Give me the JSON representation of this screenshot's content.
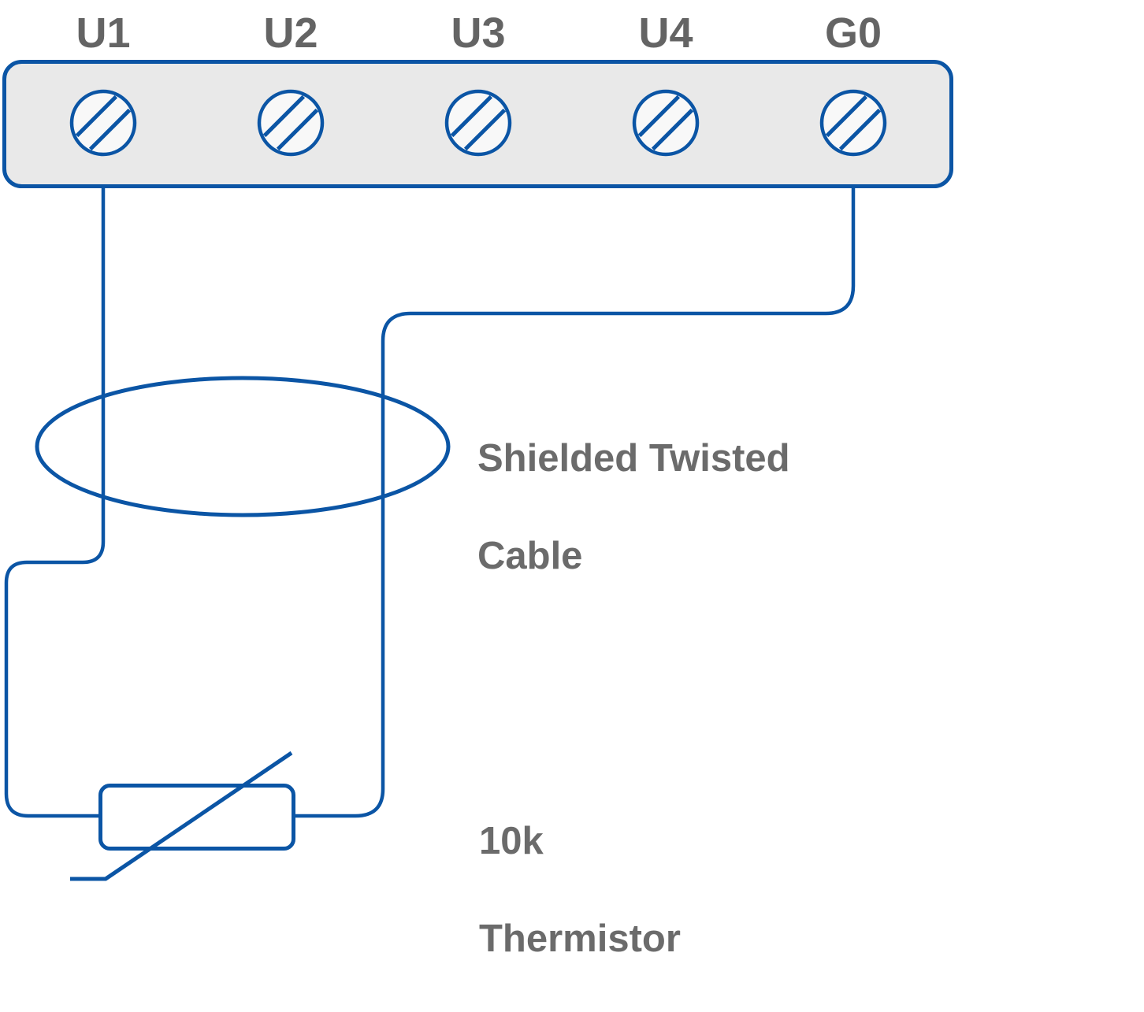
{
  "block": {
    "terminals": [
      {
        "label": "U1"
      },
      {
        "label": "U2"
      },
      {
        "label": "U3"
      },
      {
        "label": "U4"
      },
      {
        "label": "G0"
      }
    ]
  },
  "annotations": {
    "cable": {
      "line1": "Shielded Twisted",
      "line2": "Cable"
    },
    "thermistor": {
      "line1": "10k",
      "line2": "Thermistor"
    }
  },
  "colors": {
    "wire_blue": "#0b55a5",
    "block_fill": "#e9e9e9",
    "terminal_fill": "#f8f8f8",
    "terminal_label_gray": "#646464",
    "annotation_gray": "#6b6b6b",
    "background": "#ffffff"
  }
}
